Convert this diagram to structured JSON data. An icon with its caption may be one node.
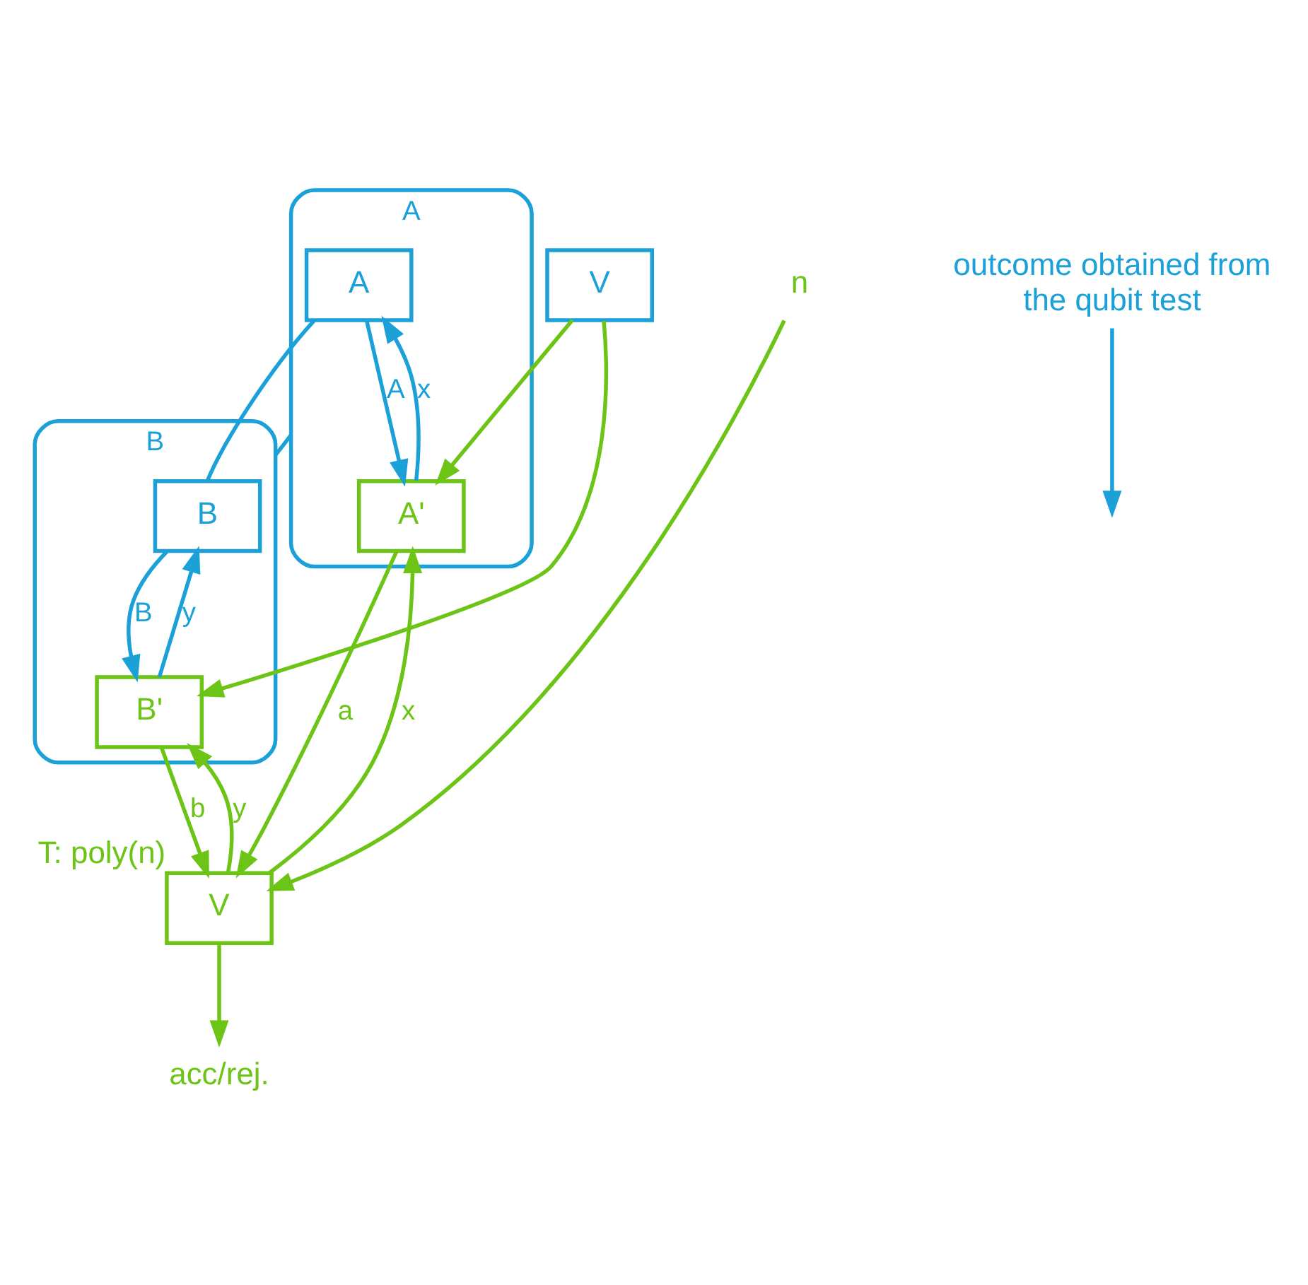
{
  "diagram": {
    "nodes": [
      {
        "text": [
          "A"
        ]
      },
      {
        "text": [
          "A"
        ],
        "in": 0
      },
      {
        "text": [
          "A'"
        ],
        "in": 0
      },
      {
        "text": [
          "B"
        ]
      },
      {
        "text": [
          "B"
        ],
        "in": 3
      },
      {
        "text": [
          "B'"
        ],
        "in": 3
      },
      {
        "text": [
          "V"
        ]
      },
      {
        "text": [
          "V"
        ],
        "beside": [
          "T: poly(n)"
        ]
      },
      {
        "text": [
          "n"
        ]
      },
      {
        "text": [
          "acc/rej."
        ]
      },
      {
        "text": [
          "outcome obtained from the qubit test"
        ]
      }
    ],
    "edges": [
      {
        "from": 1,
        "to": 2,
        "arrow": "to",
        "label": "A",
        "color": "#1ba1d8"
      },
      {
        "from": 2,
        "to": 1,
        "arrow": "to",
        "label": "x",
        "color": "#1ba1d8"
      },
      {
        "from": 4,
        "to": 5,
        "arrow": "to",
        "label": "B",
        "color": "#1ba1d8"
      },
      {
        "from": 5,
        "to": 4,
        "arrow": "to",
        "label": "y",
        "color": "#1ba1d8"
      },
      {
        "from": 1,
        "to": 4,
        "arrow": "none",
        "color": "#1ba1d8"
      },
      {
        "from": 0,
        "to": 3,
        "arrow": "none",
        "color": "#1ba1d8"
      },
      {
        "from": 6,
        "to": 2,
        "arrow": "to"
      },
      {
        "from": 6,
        "to": 5,
        "arrow": "to"
      },
      {
        "from": 2,
        "to": 7,
        "arrow": "to",
        "label": "a"
      },
      {
        "from": 7,
        "to": 2,
        "arrow": "to",
        "label": "x"
      },
      {
        "from": 5,
        "to": 7,
        "arrow": "to",
        "label": "b"
      },
      {
        "from": 7,
        "to": 5,
        "arrow": "to",
        "label": "y"
      },
      {
        "from": 8,
        "to": 7,
        "arrow": "to"
      },
      {
        "from": 7,
        "to": 9,
        "arrow": "to"
      },
      {
        "from": 10,
        "to": null,
        "arrow": "to",
        "color": "#1ba1d8"
      }
    ]
  }
}
